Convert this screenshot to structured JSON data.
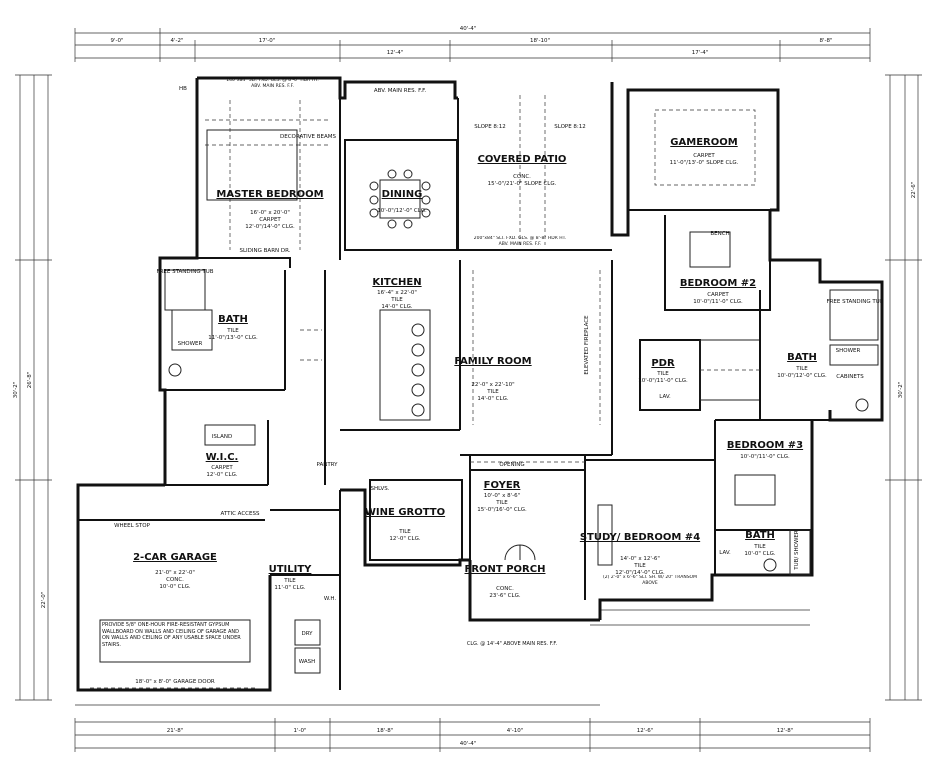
{
  "overall_dims": {
    "top_total": "40'-4\"",
    "bottom_total": "40'-4\"",
    "top_left": "9'-0\"",
    "top_mid1": "4'-2\"",
    "top_mid2": "17'-0\"",
    "top_mid3": "12'-4\"",
    "top_mid4": "18'-10\"",
    "top_mid5": "17'-4\"",
    "top_right": "8'-8\"",
    "bottom_left": "21'-8\"",
    "bottom_mid1": "1'-0\"",
    "bottom_mid2": "18'-8\"",
    "bottom_mid3": "4'-10\"",
    "bottom_mid4": "12'-6\"",
    "bottom_right": "12'-8\"",
    "left_depth": "30'-2\"",
    "left_depth2": "26'-8\"",
    "left_depth3": "22'-0\"",
    "right_depth": "22'-6\"",
    "right_depth2": "30'-2\""
  },
  "rooms": [
    {
      "id": "master",
      "name": "MASTER BEDROOM",
      "lines": [
        "16'-0\" x 20'-0\"",
        "CARPET",
        "12'-0\"/14'-0\" CLG."
      ]
    },
    {
      "id": "dining",
      "name": "DINING",
      "lines": [
        "10'-0\"/12'-0\" CLG."
      ]
    },
    {
      "id": "patio",
      "name": "COVERED PATIO",
      "lines": [
        "CONC.",
        "15'-0\"/21'-0\" SLOPE CLG."
      ]
    },
    {
      "id": "gameroom",
      "name": "GAMEROOM",
      "lines": [
        "CARPET",
        "11'-0\"/13'-0\" SLOPE CLG."
      ]
    },
    {
      "id": "kitchen",
      "name": "KITCHEN",
      "lines": [
        "16'-4\" x 22'-0\"",
        "TILE",
        "14'-0\" CLG."
      ]
    },
    {
      "id": "bath1",
      "name": "BATH",
      "lines": [
        "TILE",
        "11'-0\"/13'-0\" CLG."
      ]
    },
    {
      "id": "family",
      "name": "FAMILY ROOM",
      "lines": [
        "22'-0\" x 22'-10\"",
        "TILE",
        "14'-0\" CLG."
      ]
    },
    {
      "id": "bed2",
      "name": "BEDROOM #2",
      "lines": [
        "CARPET",
        "10'-0\"/11'-0\" CLG."
      ]
    },
    {
      "id": "pdr",
      "name": "PDR",
      "lines": [
        "TILE",
        "10'-0\"/11'-0\" CLG."
      ]
    },
    {
      "id": "bath2",
      "name": "BATH",
      "lines": [
        "TILE",
        "10'-0\"/12'-0\" CLG."
      ]
    },
    {
      "id": "wic",
      "name": "W.I.C.",
      "lines": [
        "CARPET",
        "12'-0\" CLG."
      ]
    },
    {
      "id": "bed3",
      "name": "BEDROOM #3",
      "lines": [
        "10'-0\"/11'-0\" CLG."
      ]
    },
    {
      "id": "foyer",
      "name": "FOYER",
      "lines": [
        "10'-0\" x 8'-6\"",
        "TILE",
        "15'-0\"/16'-0\" CLG."
      ]
    },
    {
      "id": "wine",
      "name": "WINE GROTTO",
      "lines": [
        "TILE",
        "12'-0\" CLG."
      ]
    },
    {
      "id": "study",
      "name": "STUDY/ BEDROOM #4",
      "lines": [
        "14'-0\" x 12'-6\"",
        "TILE",
        "12'-0\"/14'-0\" CLG."
      ]
    },
    {
      "id": "bath3",
      "name": "BATH",
      "lines": [
        "TILE",
        "10'-0\" CLG."
      ]
    },
    {
      "id": "garage",
      "name": "2-CAR GARAGE",
      "lines": [
        "21'-0\" x 22'-0\"",
        "CONC.",
        "10'-0\" CLG."
      ]
    },
    {
      "id": "utility",
      "name": "UTILITY",
      "lines": [
        "TILE",
        "11'-0\" CLG."
      ]
    },
    {
      "id": "porch",
      "name": "FRONT PORCH",
      "lines": [
        "CONC.",
        "23'-6\" CLG."
      ]
    }
  ],
  "labels": {
    "shower": "SHOWER",
    "shower2": "SHOWER",
    "tub": "FREE STANDING TUB",
    "tub2": "FREE STANDING TUB",
    "island": "ISLAND",
    "pantry": "PANTRY",
    "attic": "ATTIC ACCESS",
    "wheel_stop": "WHEEL STOP",
    "garage_door": "18'-0\" x 8'-0\" GARAGE DOOR",
    "cabinets": "CABINETS",
    "lav": "LAV.",
    "lav2": "LAV.",
    "decorative_beams": "DECORATIVE BEAMS",
    "fireplace_note": "ELEVATED FIREPLACE",
    "hb": "HB",
    "dryer": "DRY",
    "washer": "WASH",
    "w_h": "W.H.",
    "opening": "OPENING",
    "shlvs": "SHLVS.",
    "slope_left": "SLOPE 8:12",
    "slope_right": "SLOPE 8:12",
    "bench": "BENCH",
    "tub3": "TUB/ SHOWER",
    "sliding": "SLIDING BARN DR.",
    "plate_top": "ABV. MAIN RES. F.F."
  },
  "notes": {
    "garage_note": "PROVIDE 5/8\" ONE-HOUR FIRE-RESISTANT GYPSUM WALLBOARD ON WALLS AND CEILING OF GARAGE AND ON WALLS AND CEILING OF ANY USABLE SPACE UNDER STAIRS.",
    "porch_note": "CLG. @ 14'-4\" ABOVE MAIN RES. F.F.",
    "patio_note": "200\"x84\" SLT. FXD. GLS. @ 8'-8\" HDR HT. ABV. MAIN RES. F.F.",
    "master_note": "140\"x84\" SLT. FXD. GLS. @ 8'-6\" HDR HT. ABV. MAIN RES. F.F.",
    "study_note": "(2) 2'-0\" x 6'-6\" SLT. SH. W/ 20\" TRANSOM ABOVE"
  }
}
